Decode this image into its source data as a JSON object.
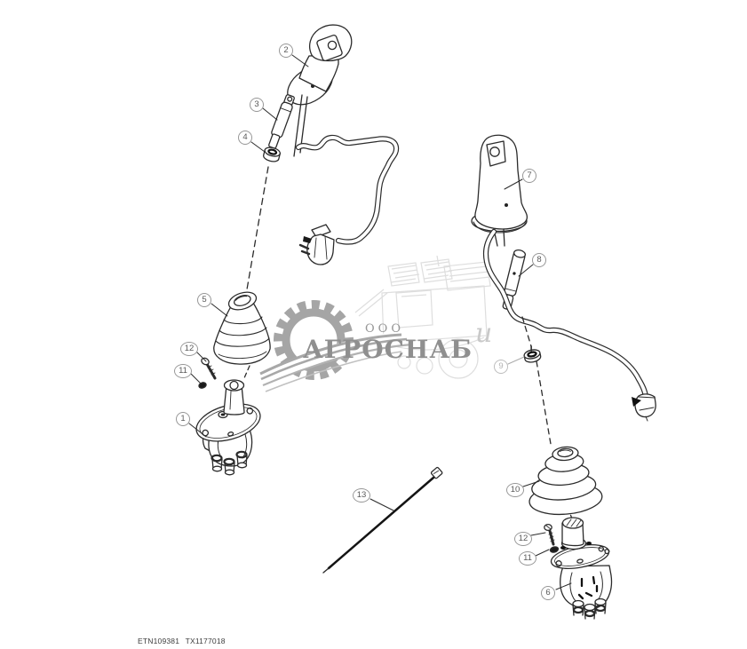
{
  "diagram": {
    "footer_code": "ETN109381 TX1177018",
    "watermark": {
      "prefix": "ООО",
      "name": "АГРОСНАБ",
      "stray_letter": "и"
    },
    "colors": {
      "line": "#2b2b2b",
      "callout_border": "#979797",
      "watermark_grey": "#8f8f8f",
      "watermark_light": "#dedede"
    },
    "callouts": [
      {
        "num": "2"
      },
      {
        "num": "3"
      },
      {
        "num": "4"
      },
      {
        "num": "5"
      },
      {
        "num": "12"
      },
      {
        "num": "11"
      },
      {
        "num": "1"
      },
      {
        "num": "13"
      },
      {
        "num": "7"
      },
      {
        "num": "8"
      },
      {
        "num": "9"
      },
      {
        "num": "10"
      },
      {
        "num": "12"
      },
      {
        "num": "11"
      },
      {
        "num": "6"
      }
    ]
  }
}
